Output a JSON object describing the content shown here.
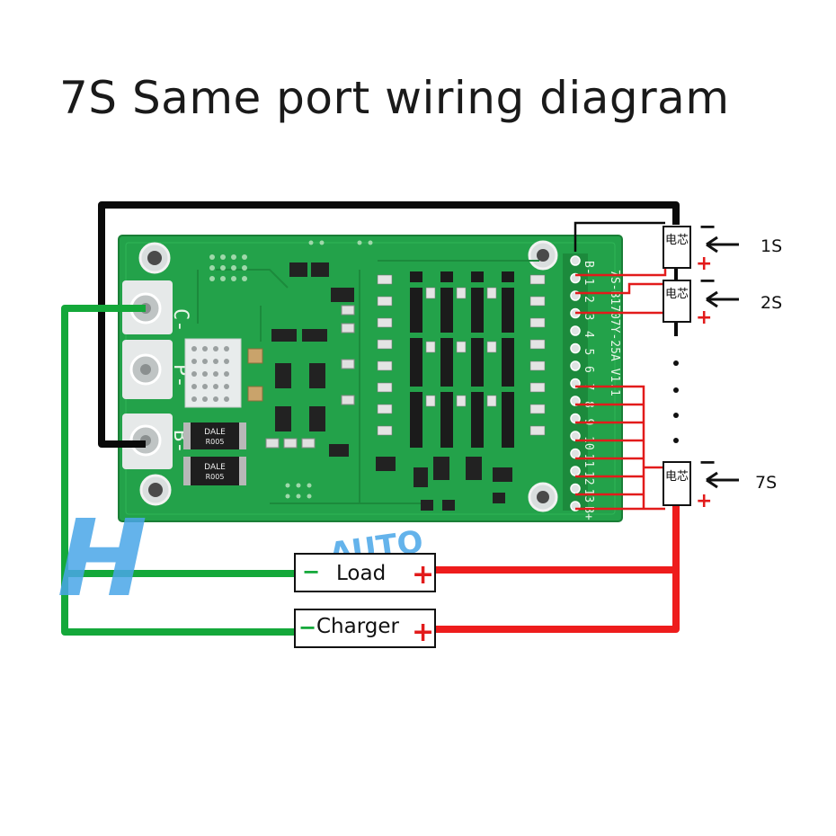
{
  "title": "7S Same port wiring diagram",
  "board": {
    "pads": [
      "C-",
      "P-",
      "B-"
    ],
    "pin_labels": [
      "B-",
      "1",
      "2",
      "3",
      "4",
      "5",
      "6",
      "7",
      "8",
      "9",
      "10",
      "11",
      "12",
      "13",
      "B+"
    ],
    "resistor_marks": [
      {
        "top": "DALE",
        "bottom": "R005"
      },
      {
        "top": "DALE",
        "bottom": "R005"
      }
    ],
    "model_text": "7S-B1707Y-25A V1.1"
  },
  "cells": [
    {
      "glyph": "电芯",
      "label": "1S",
      "minus": "−",
      "plus": "+"
    },
    {
      "glyph": "电芯",
      "label": "2S",
      "minus": "−",
      "plus": "+"
    },
    {
      "glyph": "电芯",
      "label": "7S",
      "minus": "−",
      "plus": "+"
    }
  ],
  "boxes": {
    "load": {
      "label": "Load",
      "minus": "−",
      "plus": "+"
    },
    "charger": {
      "label": "Charger",
      "minus": "−",
      "plus": "+"
    }
  },
  "watermark": {
    "letter": "H",
    "text": "AUTO"
  },
  "colors": {
    "pcb": "#23a24a",
    "pcb_dark": "#1c8a3c",
    "negative_wire": "#0a0a0a",
    "ground_wire": "#14a83a",
    "positive_wire": "#ee1c1c",
    "balance_wire": "#e21b1b"
  }
}
